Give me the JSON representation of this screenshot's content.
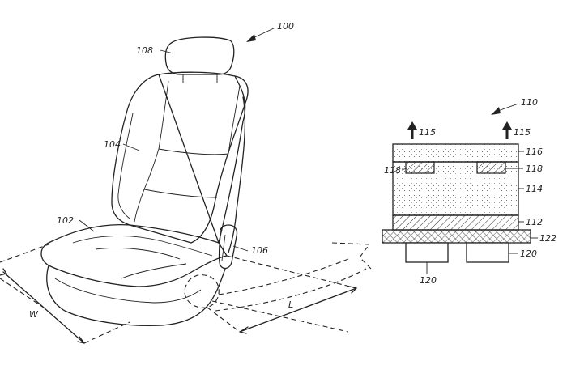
{
  "labels": {
    "seat_assembly": "100",
    "headrest": "108",
    "seat_back": "104",
    "seat_cushion": "102",
    "controller": "106",
    "thermal_device": "110",
    "flow_left": "115",
    "flow_right": "115",
    "top_layer": "116",
    "electrode_left": "118",
    "electrode_right": "118",
    "middle_layer": "114",
    "bottom_layer": "112",
    "substrate": "122",
    "support_left": "120",
    "support_right": "120",
    "dimension_width": "W",
    "dimension_length": "L"
  }
}
